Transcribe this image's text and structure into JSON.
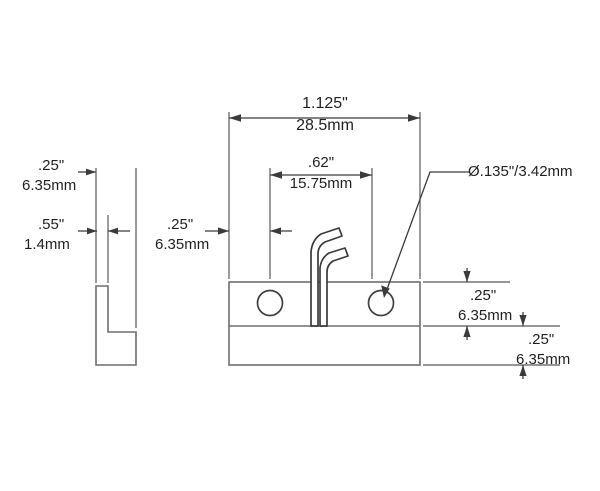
{
  "drawing": {
    "title": "Mechanical part dimension drawing",
    "background_color": "#ffffff",
    "line_color": "#6d6e71",
    "text_color": "#231f20",
    "annotation_color": "#3b3b3d"
  },
  "dimensions": {
    "overall_width": {
      "imperial": "1.125\"",
      "metric": "28.5mm",
      "name": "overall-width-dimension"
    },
    "hole_spacing": {
      "imperial": ".62\"",
      "metric": "15.75mm",
      "name": "hole-spacing-dimension"
    },
    "edge_offset_top": {
      "imperial": ".25\"",
      "metric": "6.35mm",
      "name": "edge-offset-dimension"
    },
    "side_flange_thickness": {
      "imperial": ".25\"",
      "metric": "6.35mm",
      "name": "side-flange-dimension"
    },
    "material_thickness": {
      "imperial": ".55\"",
      "metric": "1.4mm",
      "name": "material-thickness-dimension"
    },
    "vertical_upper": {
      "imperial": ".25\"",
      "metric": "6.35mm",
      "name": "vertical-upper-dimension"
    },
    "vertical_lower": {
      "imperial": ".25\"",
      "metric": "6.35mm",
      "name": "vertical-lower-dimension"
    },
    "hole_diameter": {
      "label": "Ø.135\"/3.42mm",
      "name": "hole-diameter-callout"
    }
  }
}
